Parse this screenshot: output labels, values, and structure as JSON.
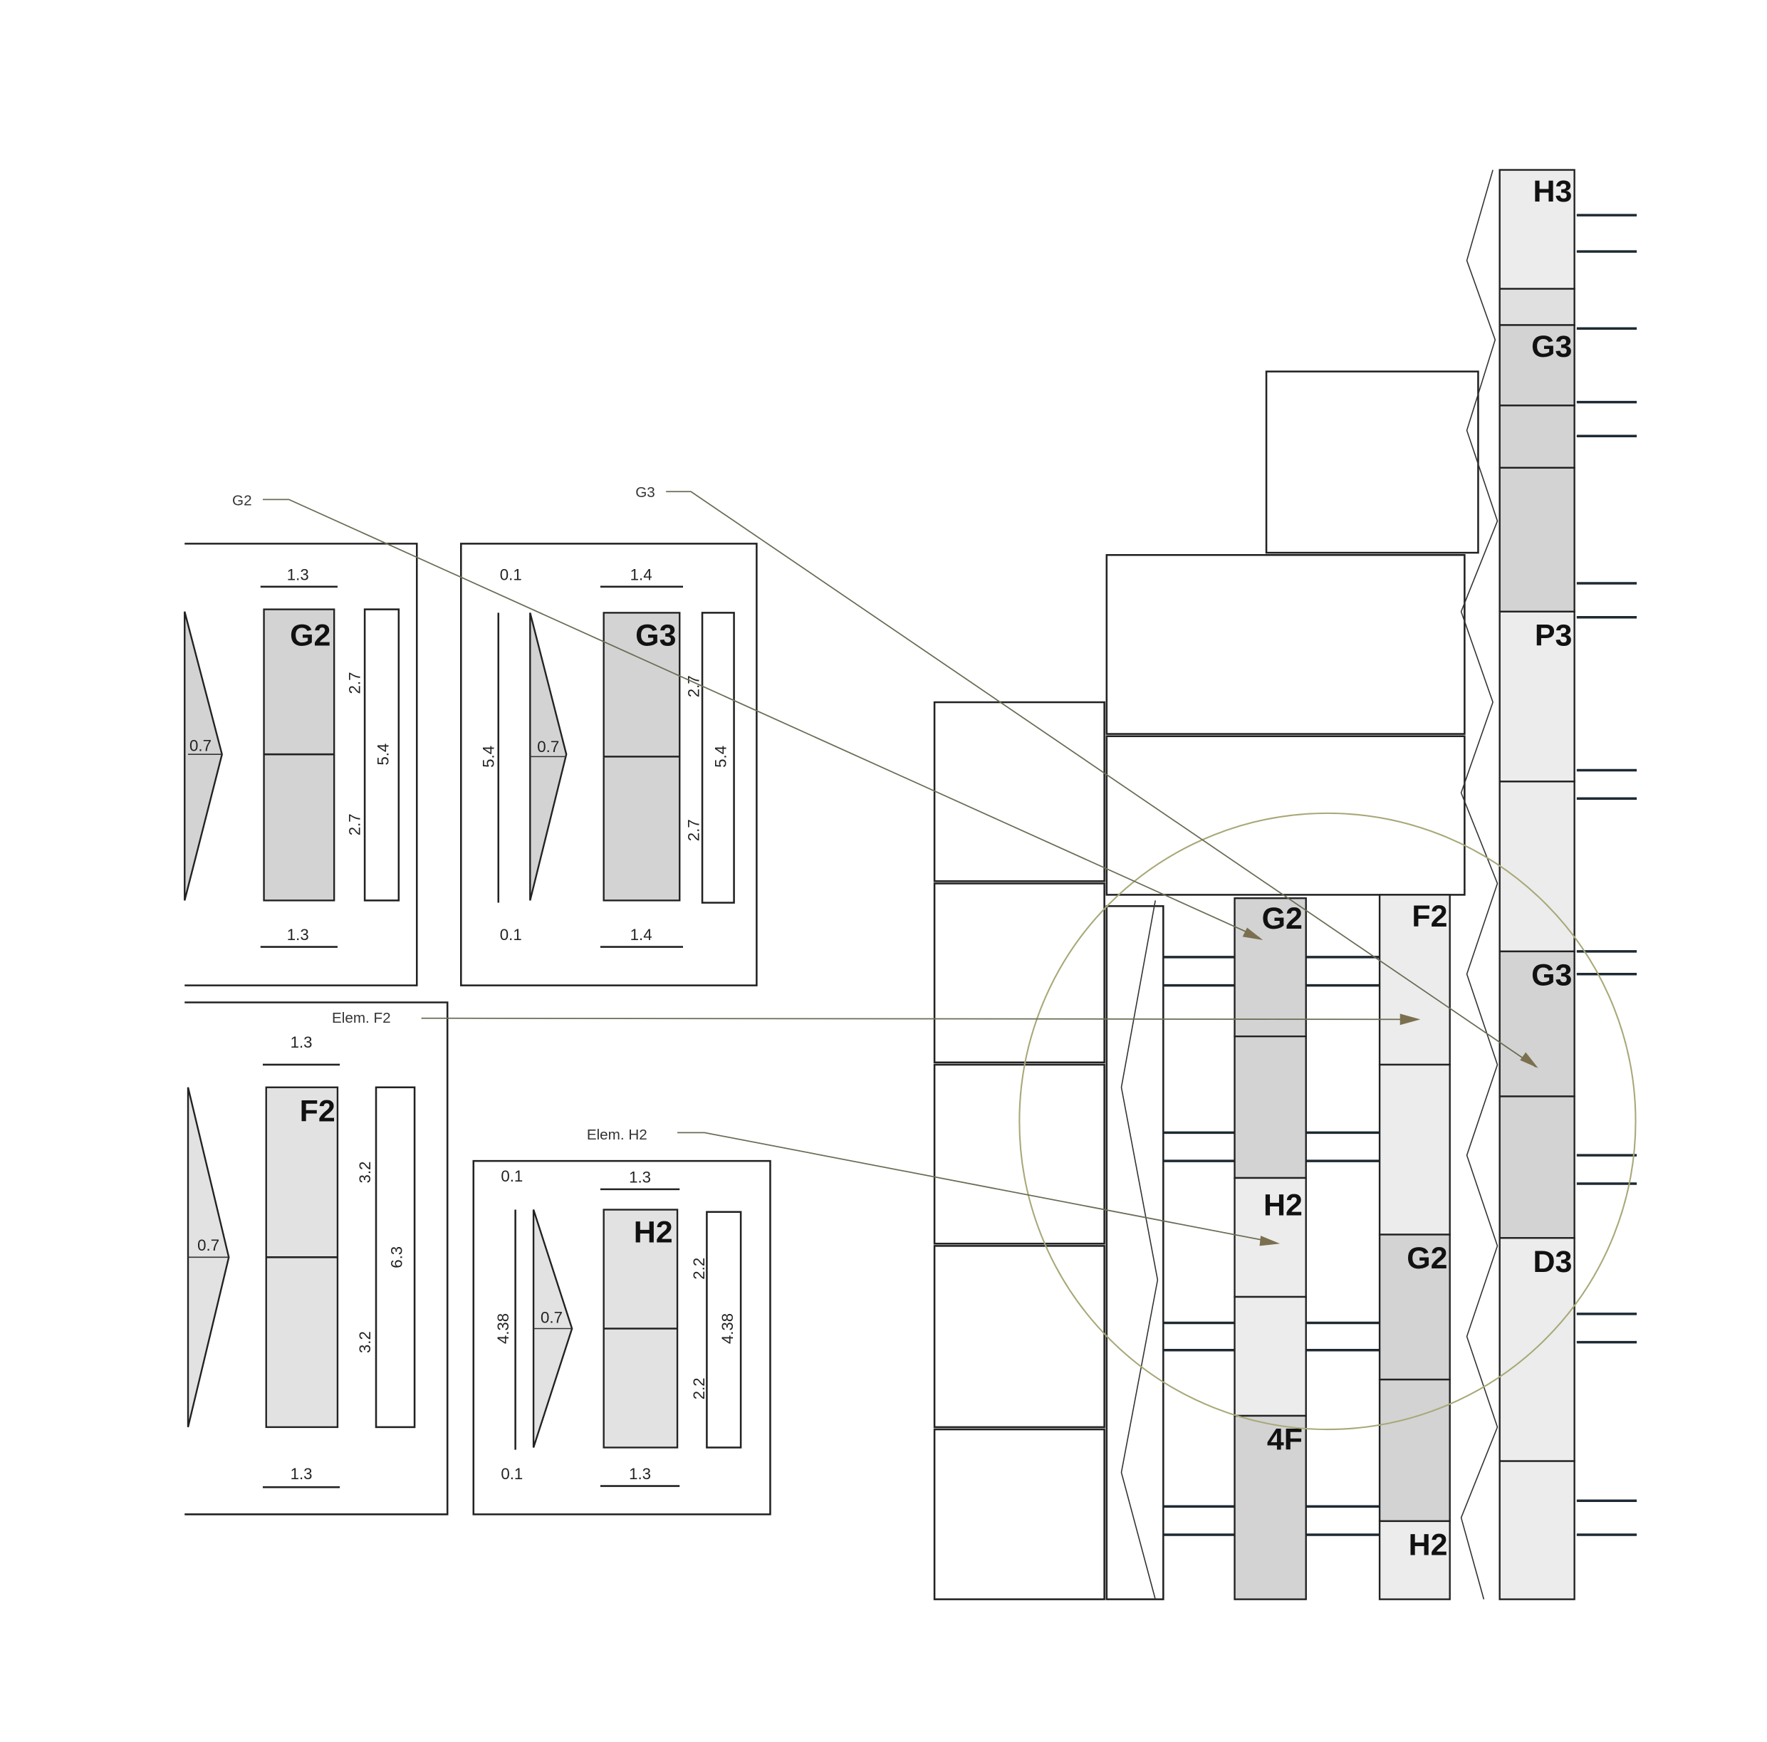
{
  "callouts": {
    "g2": "G2",
    "g3": "G3",
    "f2": "Elem. F2",
    "h2": "Elem. H2"
  },
  "panels": {
    "g2": {
      "label": "G2",
      "width_top": "1.3",
      "width_bottom": "1.3",
      "seg_upper": "2.7",
      "seg_lower": "2.7",
      "total": "5.4",
      "offset": "0.7"
    },
    "g3": {
      "label": "G3",
      "width_top": "1.4",
      "width_bottom": "1.4",
      "seg_upper": "2.7",
      "seg_lower": "2.7",
      "total": "5.4",
      "offset": "0.7",
      "gap_top": "0.1",
      "gap_bottom": "0.1",
      "side_total": "5.4"
    },
    "f2": {
      "label": "F2",
      "width_top": "1.3",
      "width_bottom": "1.3",
      "seg_upper": "3.2",
      "seg_lower": "3.2",
      "total": "6.3",
      "offset": "0.7"
    },
    "h2": {
      "label": "H2",
      "width_top": "1.3",
      "width_bottom": "1.3",
      "seg_upper": "2.2",
      "seg_lower": "2.2",
      "total": "4.38",
      "offset": "0.7",
      "gap_top": "0.1",
      "gap_bottom": "0.1",
      "side_total": "4.38"
    }
  },
  "facade": {
    "col_a": [
      "G2",
      "H2",
      "4F"
    ],
    "col_b": [
      "F2",
      "G2",
      "H2"
    ],
    "col_c": [
      "H3",
      "G3",
      "P3",
      "G3",
      "D3"
    ]
  },
  "colors": {
    "leader": "#6b6b55",
    "highlight_circle": "#a8a878",
    "dark_panel": "#d3d3d3",
    "light_panel": "#ececec"
  }
}
